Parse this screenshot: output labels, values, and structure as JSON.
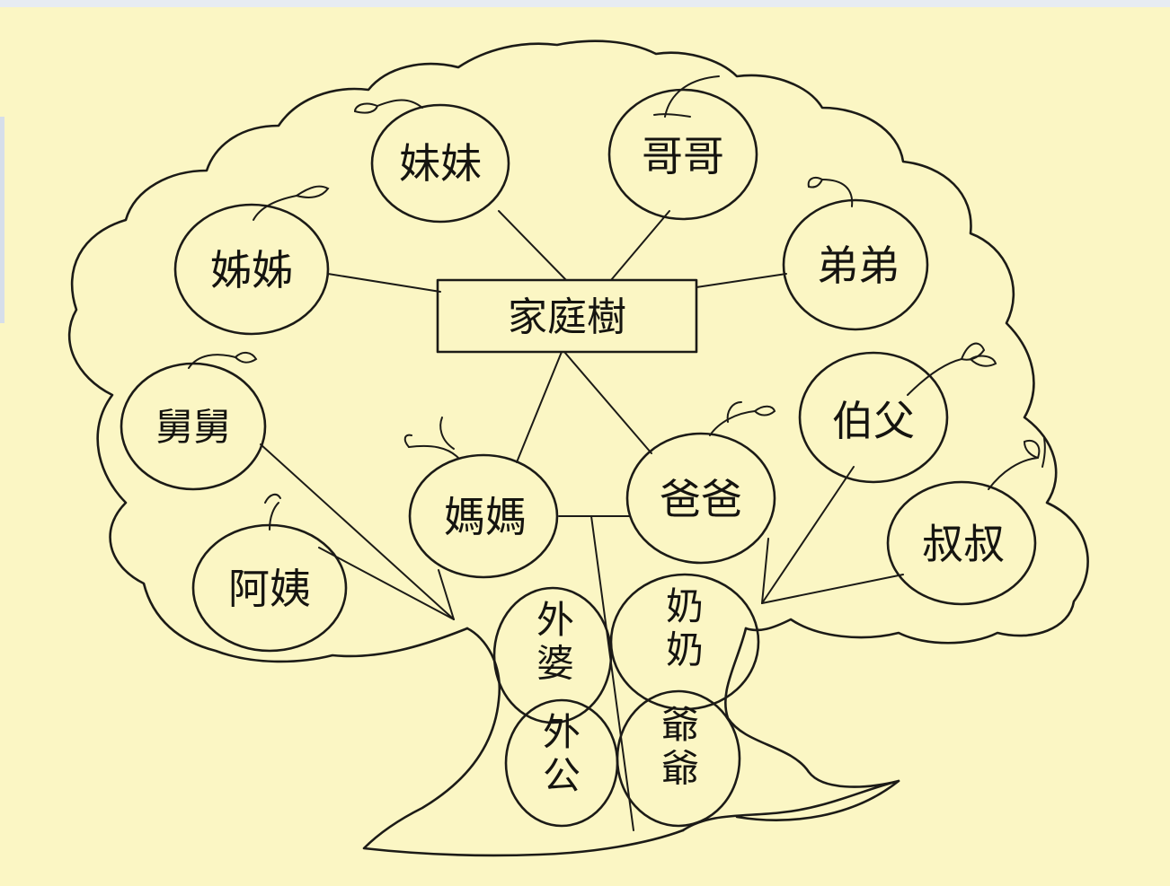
{
  "title": "家庭樹",
  "center_label": "家庭樹",
  "members": {
    "meimei": "妹妹",
    "gege": "哥哥",
    "jiejie": "姊姊",
    "didi": "弟弟",
    "jiujiu": "舅舅",
    "bofu": "伯父",
    "mama": "媽媽",
    "baba": "爸爸",
    "ayi": "阿姨",
    "shushu": "叔叔",
    "waipo": "外婆",
    "nainai": "奶奶",
    "waigong": "外公",
    "yeye": "爺爺"
  },
  "colors": {
    "paper": "#fbf6c4",
    "ink": "#1c1b17"
  }
}
